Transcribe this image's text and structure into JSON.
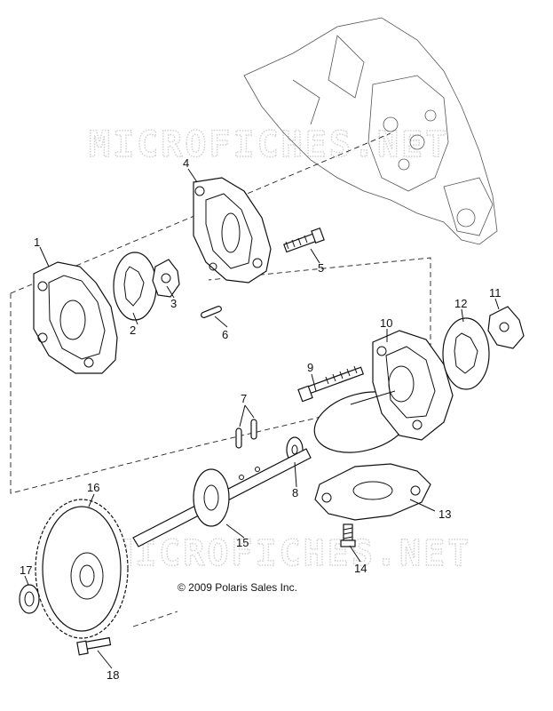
{
  "watermarks": [
    "MICROFICHES.NET",
    "MICROFICHES.NET"
  ],
  "copyright": "© 2009 Polaris Sales Inc.",
  "callouts": [
    "1",
    "2",
    "3",
    "4",
    "5",
    "6",
    "7",
    "8",
    "9",
    "10",
    "11",
    "12",
    "13",
    "14",
    "15",
    "16",
    "17",
    "18"
  ]
}
